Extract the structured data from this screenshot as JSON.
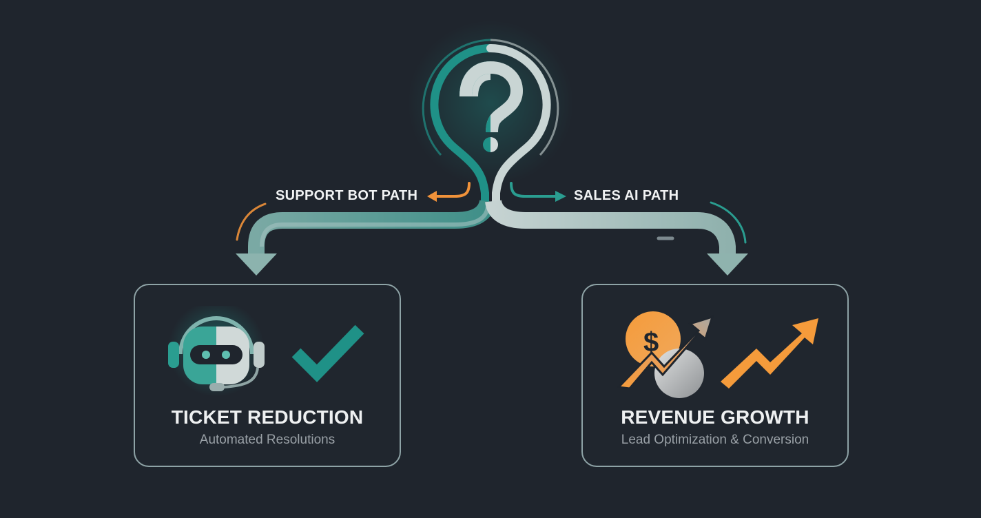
{
  "diagram": {
    "center_icon": "question-mark-icon",
    "paths": [
      {
        "label": "SUPPORT BOT PATH",
        "arrow_color": "#f0923a"
      },
      {
        "label": "SALES AI PATH",
        "arrow_color": "#2a9d90"
      }
    ],
    "cards": [
      {
        "title": "TICKET REDUCTION",
        "subtitle": "Automated Resolutions",
        "icons": [
          "support-bot-headset-icon",
          "checkmark-icon"
        ]
      },
      {
        "title": "REVENUE GROWTH",
        "subtitle": "Lead Optimization & Conversion",
        "icons": [
          "dollar-growth-arrow-icon",
          "trend-up-arrow-icon"
        ]
      }
    ],
    "colors": {
      "background": "#1f252d",
      "teal": "#1f9187",
      "light": "#c9d5d4",
      "orange": "#f59b3b",
      "card_border": "#8ea3a6"
    }
  }
}
